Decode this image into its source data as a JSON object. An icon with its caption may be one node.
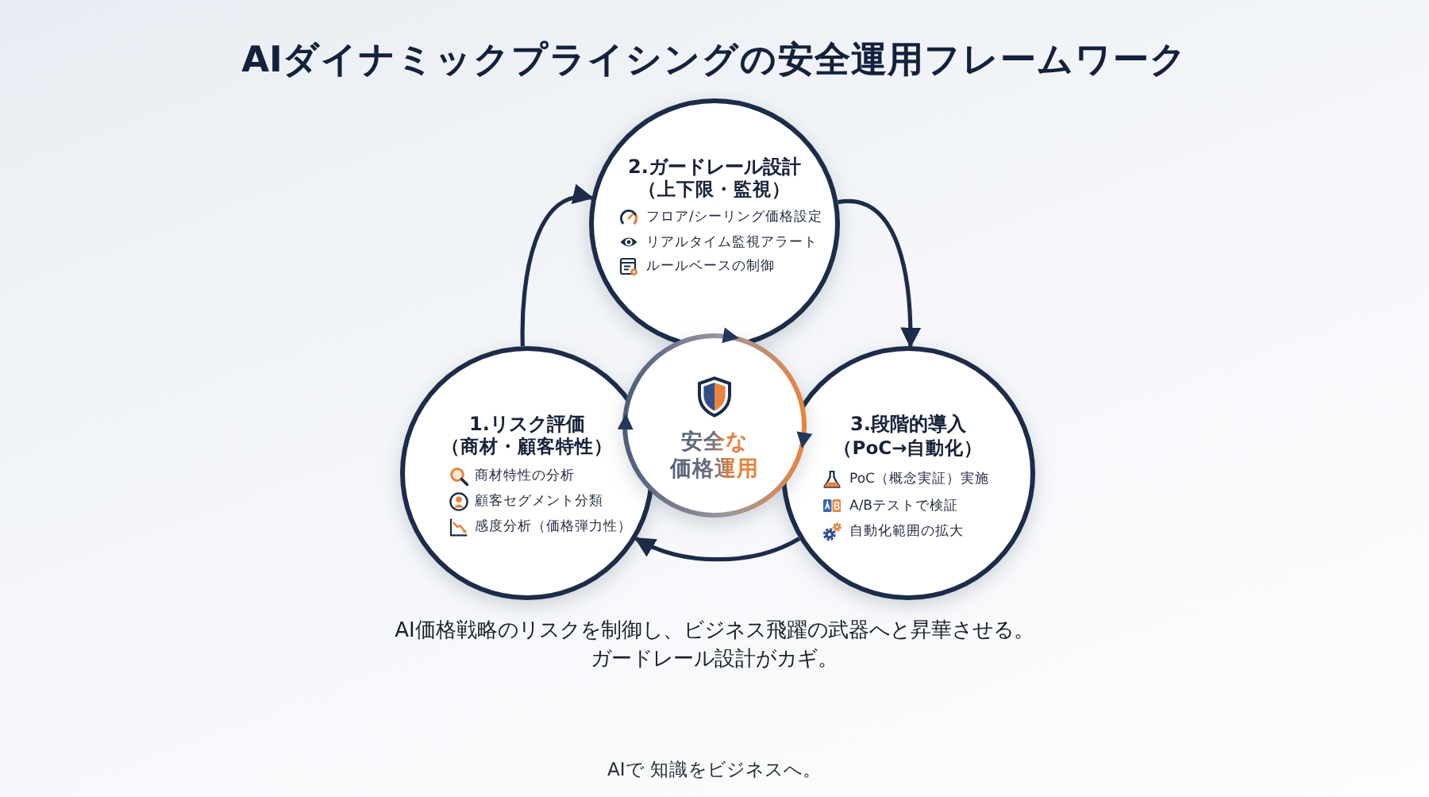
{
  "diagram": {
    "title": "AIダイナミックプライシングの安全運用フレームワーク",
    "nodes": [
      {
        "text": [
          "1.リスク評価",
          "（商材・顧客特性）",
          "商材特性の分析",
          "顧客セグメント分類",
          "感度分析（価格弾力性）"
        ]
      },
      {
        "text": [
          "2.ガードレール設計",
          "（上下限・監視）",
          "フロア/シーリング価格設定",
          "リアルタイム監視アラート",
          "ルールベースの制御"
        ]
      },
      {
        "text": [
          "3.段階的導入",
          "（PoC→自動化）",
          "PoC（概念実証）実施",
          "A/Bテストで検証",
          "自動化範囲の拡大"
        ]
      },
      {
        "text": [
          "安全な",
          "価格運用"
        ]
      }
    ],
    "edges": [
      {
        "from": 0,
        "to": 1,
        "arrow": "to"
      },
      {
        "from": 1,
        "to": 2,
        "arrow": "to"
      },
      {
        "from": 2,
        "to": 0,
        "arrow": "to"
      }
    ],
    "caption": "AI価格戦略のリスクを制御し、ビジネス飛躍の武器へと昇華させる。ガードレール設計がカギ。",
    "labels": [
      "AIで 知識をビジネスへ。"
    ]
  }
}
